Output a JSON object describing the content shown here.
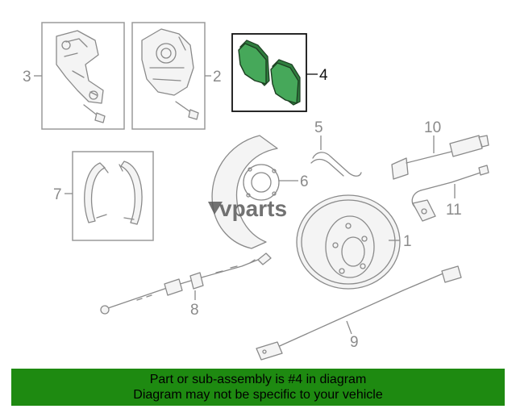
{
  "callouts": {
    "c1": "1",
    "c2": "2",
    "c3": "3",
    "c4": "4",
    "c5": "5",
    "c6": "6",
    "c7": "7",
    "c8": "8",
    "c9": "9",
    "c10": "10",
    "c11": "11"
  },
  "watermark": "vparts",
  "highlight_color": "#1e8a11",
  "pad_color": "#46a85a",
  "banner": {
    "line1": "Part or sub-assembly is #4 in diagram",
    "line2": "Diagram may not be specific to your vehicle"
  }
}
